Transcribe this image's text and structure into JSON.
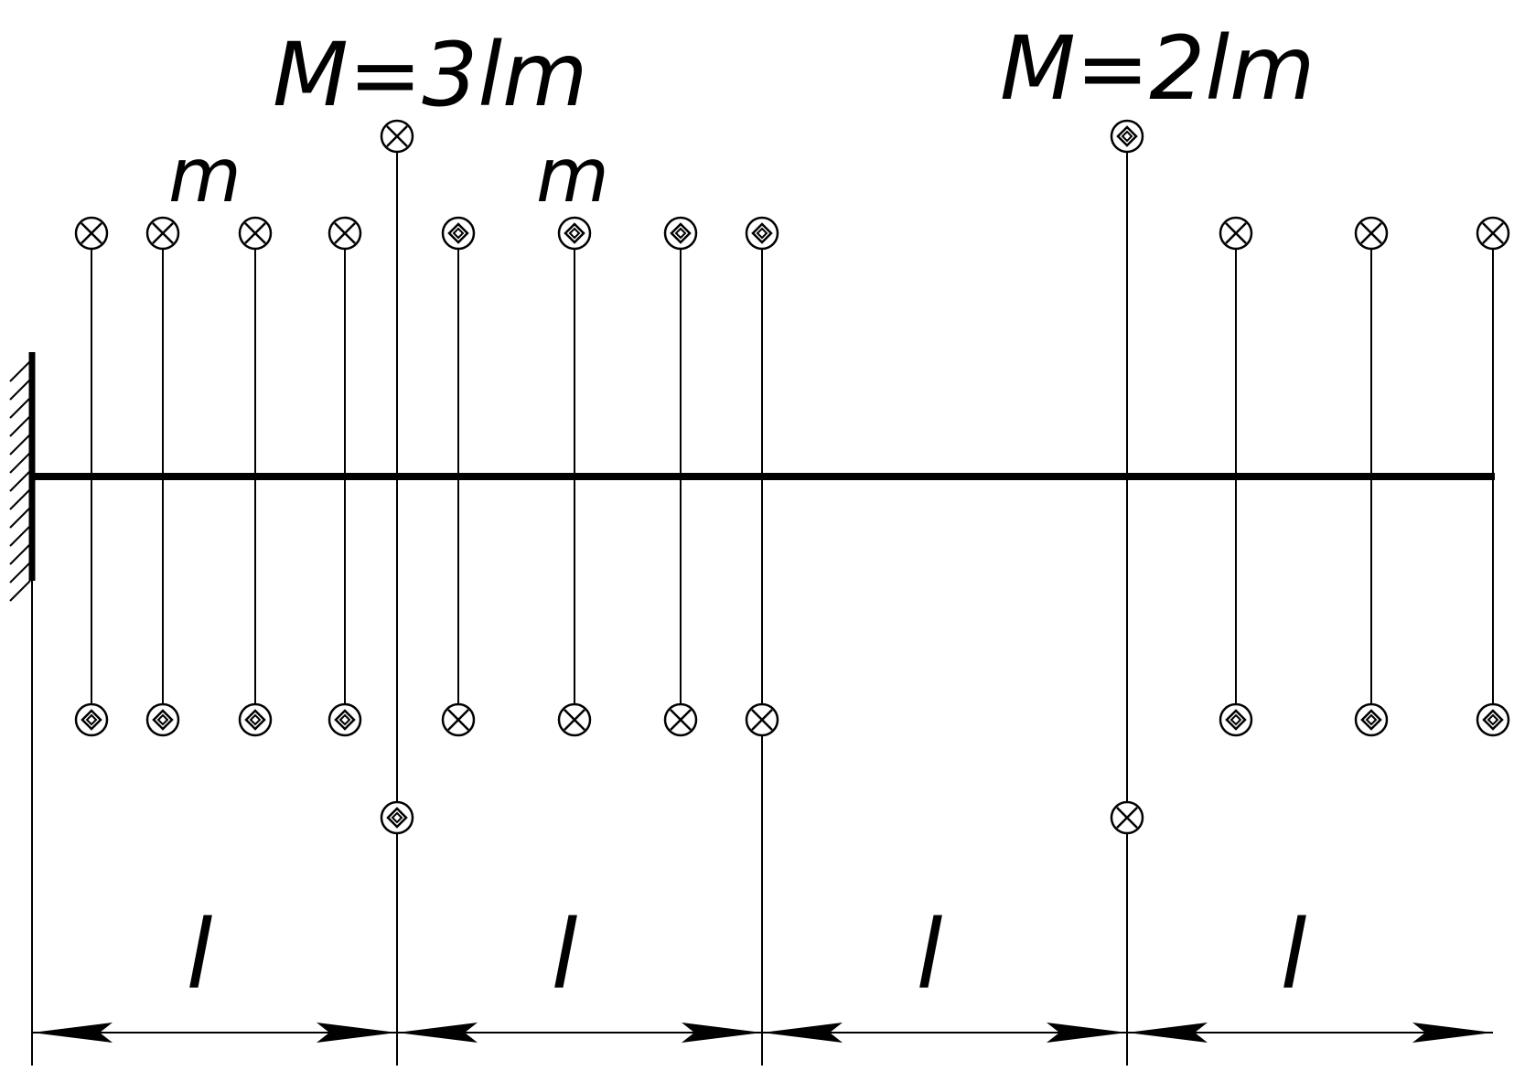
{
  "labels": {
    "moment_1": "M=3lm",
    "moment_2": "M=2lm",
    "distributed_1": "m",
    "distributed_2": "m"
  },
  "dimensions": [
    "l",
    "l",
    "l",
    "l"
  ],
  "symbols": {
    "cross": "vector-into-page",
    "dot": "vector-out-of-page"
  },
  "distributed_moment_couples": [
    {
      "top": "cross",
      "bottom": "dot"
    },
    {
      "top": "cross",
      "bottom": "dot"
    },
    {
      "top": "cross",
      "bottom": "dot"
    },
    {
      "top": "cross",
      "bottom": "dot"
    },
    {
      "top": "dot",
      "bottom": "cross"
    },
    {
      "top": "dot",
      "bottom": "cross"
    },
    {
      "top": "dot",
      "bottom": "cross"
    },
    {
      "top": "dot",
      "bottom": "cross"
    },
    {
      "top": "cross",
      "bottom": "dot"
    },
    {
      "top": "cross",
      "bottom": "dot"
    },
    {
      "top": "cross",
      "bottom": "dot"
    }
  ],
  "concentrated_moment_couples": [
    {
      "top": "cross",
      "bottom": "dot"
    },
    {
      "top": "dot",
      "bottom": "cross"
    }
  ]
}
